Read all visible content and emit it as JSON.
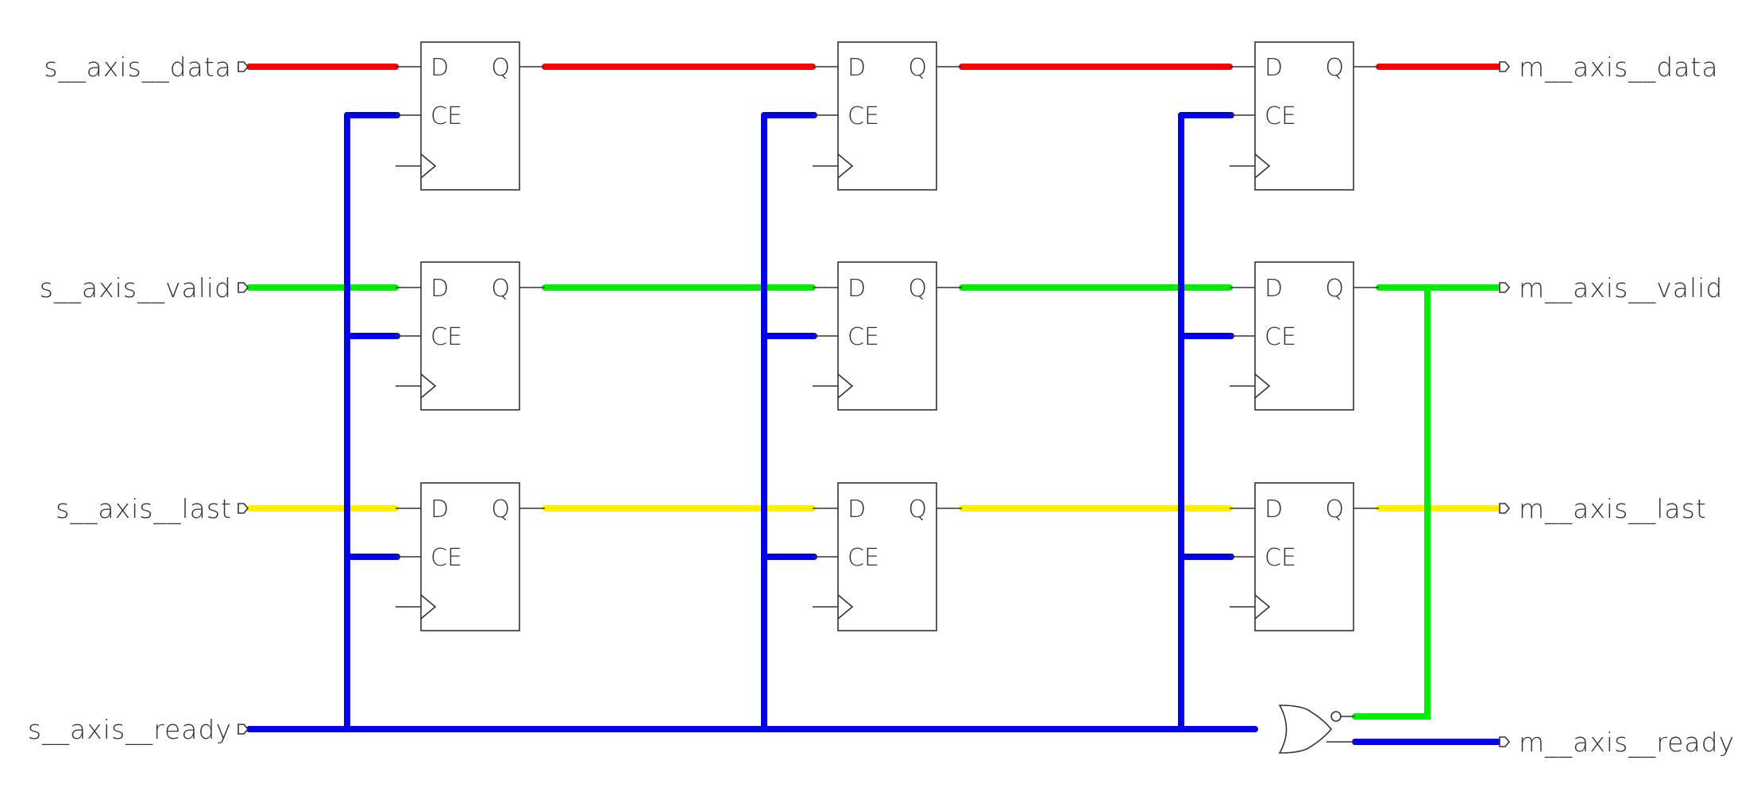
{
  "ports": {
    "inputs": [
      "s__axis__data",
      "s__axis__valid",
      "s__axis__last",
      "s__axis__ready"
    ],
    "outputs": [
      "m__axis__data",
      "m__axis__valid",
      "m__axis__last",
      "m__axis__ready"
    ]
  },
  "flipflop_pins": {
    "d": "D",
    "q": "Q",
    "ce": "CE"
  },
  "colors": {
    "data": "#ff0000",
    "valid": "#00ee00",
    "last": "#ffee00",
    "ready": "#0000ee",
    "outline": "#333333"
  }
}
